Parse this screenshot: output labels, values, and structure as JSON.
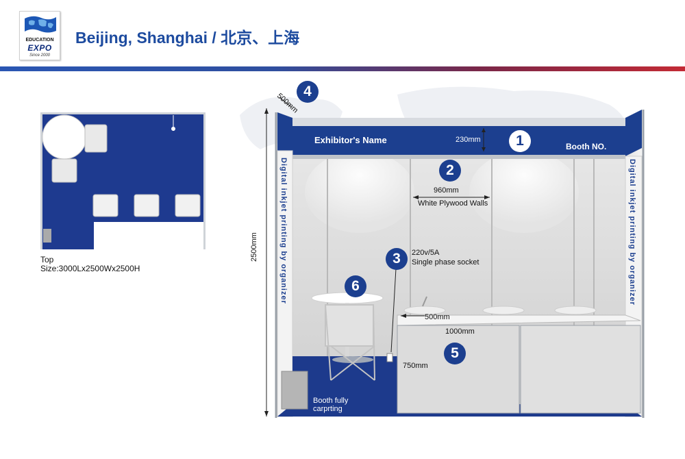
{
  "header": {
    "title": "Beijing, Shanghai / 北京、上海",
    "logo": {
      "line1": "EDUCATION",
      "line2": "EXPO",
      "line3": "Since 2000",
      "icon": "globe-flag-icon"
    }
  },
  "plan": {
    "caption_view": "Top",
    "caption_size": "Size:3000Lx2500Wx2500H"
  },
  "booth": {
    "exhibitor_name": "Exhibitor's Name",
    "booth_no": "Booth NO.",
    "fascia_height": "230mm",
    "panel_width": "960mm",
    "wall_material": "White Plywood Walls",
    "socket_spec": "220v/5A",
    "socket_type": "Single phase socket",
    "corner_depth": "500mm",
    "total_height": "2500mm",
    "counter_depth": "500mm",
    "counter_length": "1000mm",
    "counter_height": "750mm",
    "carpet_label_line1": "Booth fully",
    "carpet_label_line2": "carprting",
    "side_print_text": "Digital inkjet printing by organizer",
    "markers": [
      "1",
      "2",
      "3",
      "4",
      "5",
      "6"
    ]
  },
  "colors": {
    "title_blue": "#1d4b9f",
    "booth_blue": "#1c3f8f",
    "carpet_blue": "#1d3a8c",
    "rule_red": "#c32a35"
  }
}
